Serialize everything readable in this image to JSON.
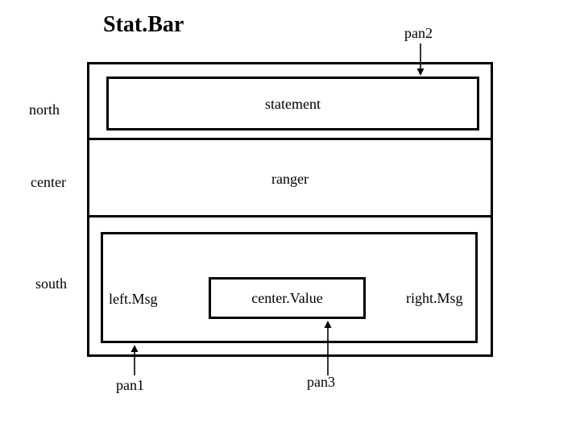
{
  "title": "Stat.Bar",
  "regions": {
    "north": "north",
    "center": "center",
    "south": "south"
  },
  "components": {
    "statement": "statement",
    "ranger": "ranger",
    "left_msg": "left.Msg",
    "center_value": "center.Value",
    "right_msg": "right.Msg"
  },
  "pointers": {
    "pan1": "pan1",
    "pan2": "pan2",
    "pan3": "pan3"
  },
  "colors": {
    "line": "#000000",
    "background": "#ffffff",
    "text": "#000000"
  }
}
